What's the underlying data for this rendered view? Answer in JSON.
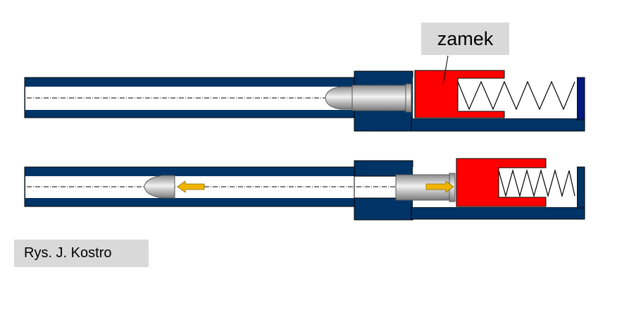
{
  "labels": {
    "bolt": "zamek",
    "credit": "Rys. J. Kostro"
  },
  "colors": {
    "barrel": "#003366",
    "bolt": "#ff0000",
    "arrow": "#f0b400",
    "label_background": "#d9d9d9",
    "outline": "#000000"
  },
  "states": [
    {
      "name": "before-firing",
      "bullet": "in-chamber",
      "arrows": []
    },
    {
      "name": "after-firing",
      "bullet": "moving-forward",
      "arrows": [
        "bullet-forward",
        "case-backward"
      ]
    }
  ]
}
